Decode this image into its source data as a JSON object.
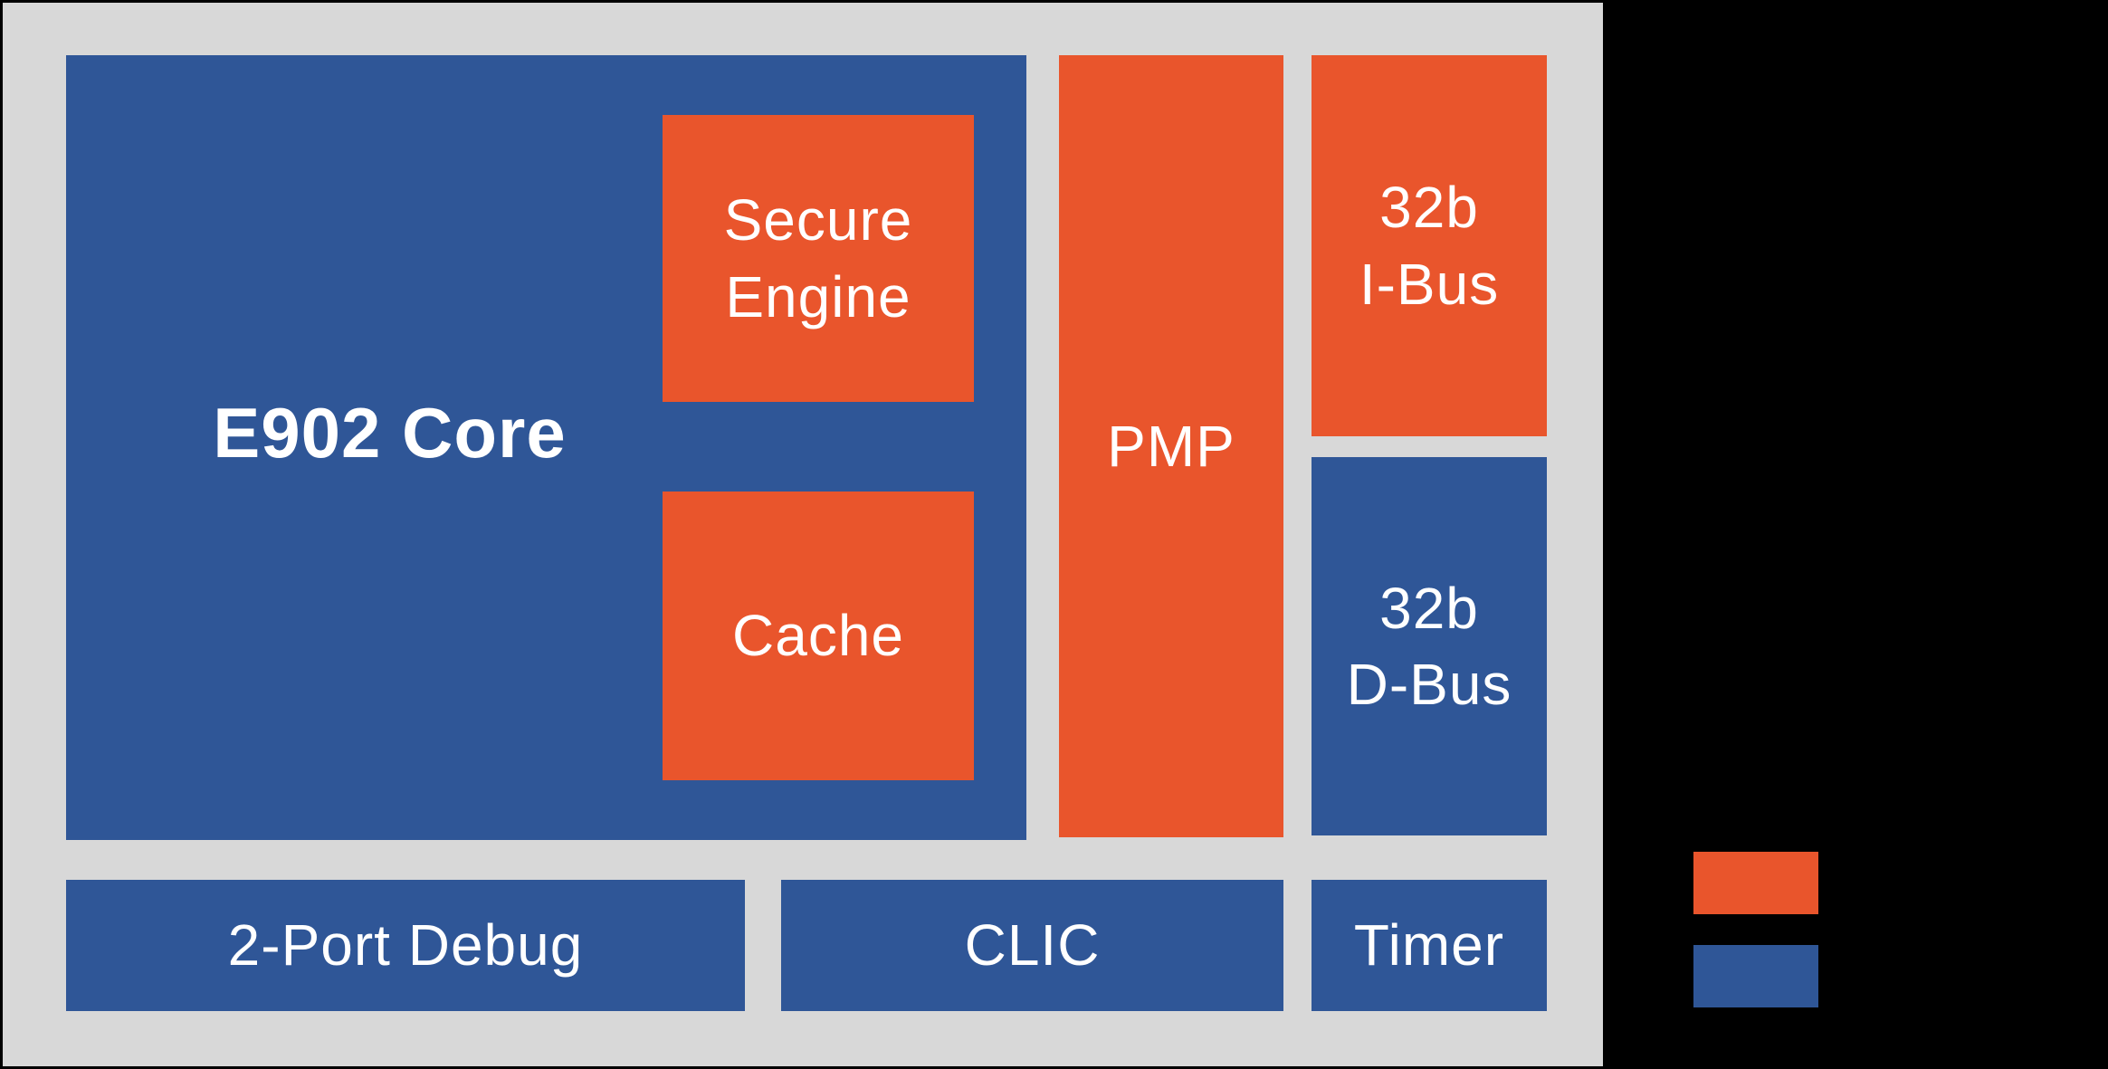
{
  "colors": {
    "canvas_background": "#000000",
    "panel_background": "#D8D8D8",
    "block_blue": "#2F5697",
    "block_orange": "#E9552C",
    "label_text": "#FFFFFF"
  },
  "diagram": {
    "core": {
      "label": "E902 Core"
    },
    "secure_engine": {
      "line1": "Secure",
      "line2": "Engine"
    },
    "cache": {
      "label": "Cache"
    },
    "pmp": {
      "label": "PMP"
    },
    "i_bus": {
      "line1": "32b",
      "line2": "I-Bus"
    },
    "d_bus": {
      "line1": "32b",
      "line2": "D-Bus"
    },
    "debug": {
      "label": "2-Port Debug"
    },
    "clic": {
      "label": "CLIC"
    },
    "timer": {
      "label": "Timer"
    }
  },
  "legend": {
    "items": [
      {
        "name": "orange-swatch",
        "color": "#E9552C"
      },
      {
        "name": "blue-swatch",
        "color": "#2F5697"
      }
    ]
  }
}
